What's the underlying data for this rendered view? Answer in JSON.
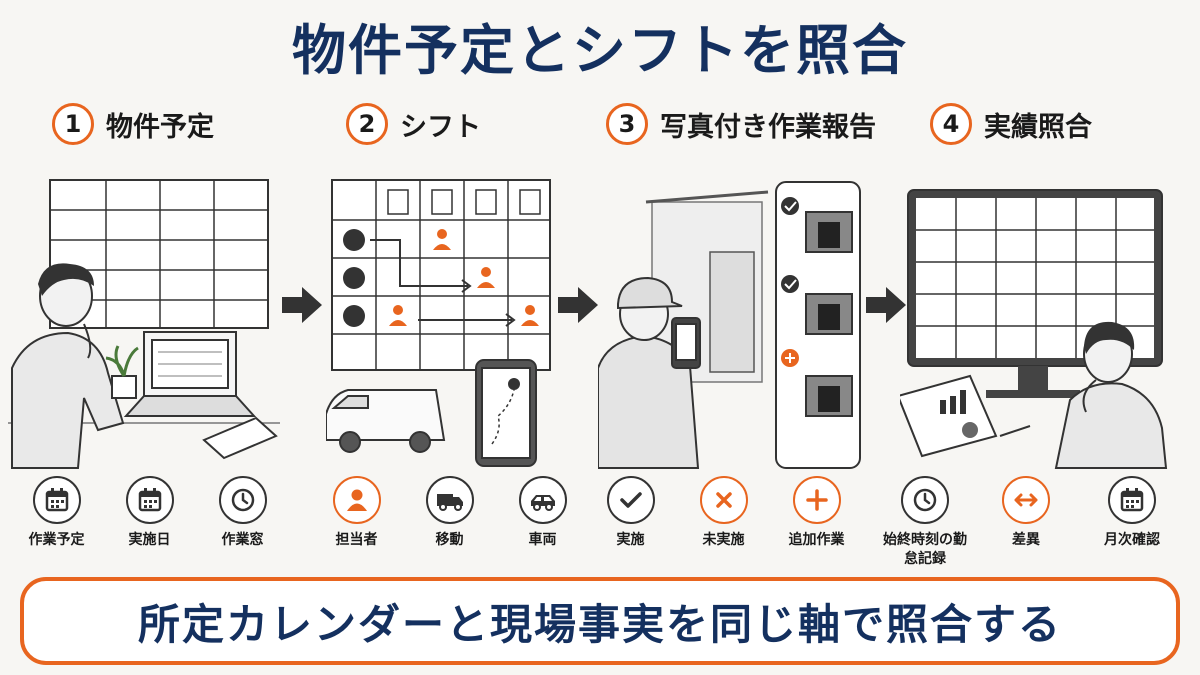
{
  "title": "物件予定とシフトを照合",
  "steps": [
    {
      "number": "1",
      "title": "物件予定",
      "features": [
        {
          "icon": "calendar-icon",
          "label": "作業予定"
        },
        {
          "icon": "calendar-icon",
          "label": "実施日"
        },
        {
          "icon": "clock-icon",
          "label": "作業窓"
        }
      ]
    },
    {
      "number": "2",
      "title": "シフト",
      "features": [
        {
          "icon": "person-icon",
          "label": "担当者"
        },
        {
          "icon": "truck-icon",
          "label": "移動"
        },
        {
          "icon": "car-icon",
          "label": "車両"
        }
      ]
    },
    {
      "number": "3",
      "title": "写真付き作業報告",
      "features": [
        {
          "icon": "check-icon",
          "label": "実施"
        },
        {
          "icon": "cross-icon",
          "label": "未実施"
        },
        {
          "icon": "plus-icon",
          "label": "追加作業"
        }
      ]
    },
    {
      "number": "4",
      "title": "実績照合",
      "features": [
        {
          "icon": "clock-icon",
          "label": "始終時刻の勤怠記録"
        },
        {
          "icon": "double-arrow-icon",
          "label": "差異"
        },
        {
          "icon": "calendar-icon",
          "label": "月次確認"
        }
      ]
    }
  ],
  "bottom_message": "所定カレンダーと現場事実を同じ軸で照合する",
  "colors": {
    "accent": "#e8651f",
    "navy": "#14305f",
    "ink": "#333333"
  }
}
